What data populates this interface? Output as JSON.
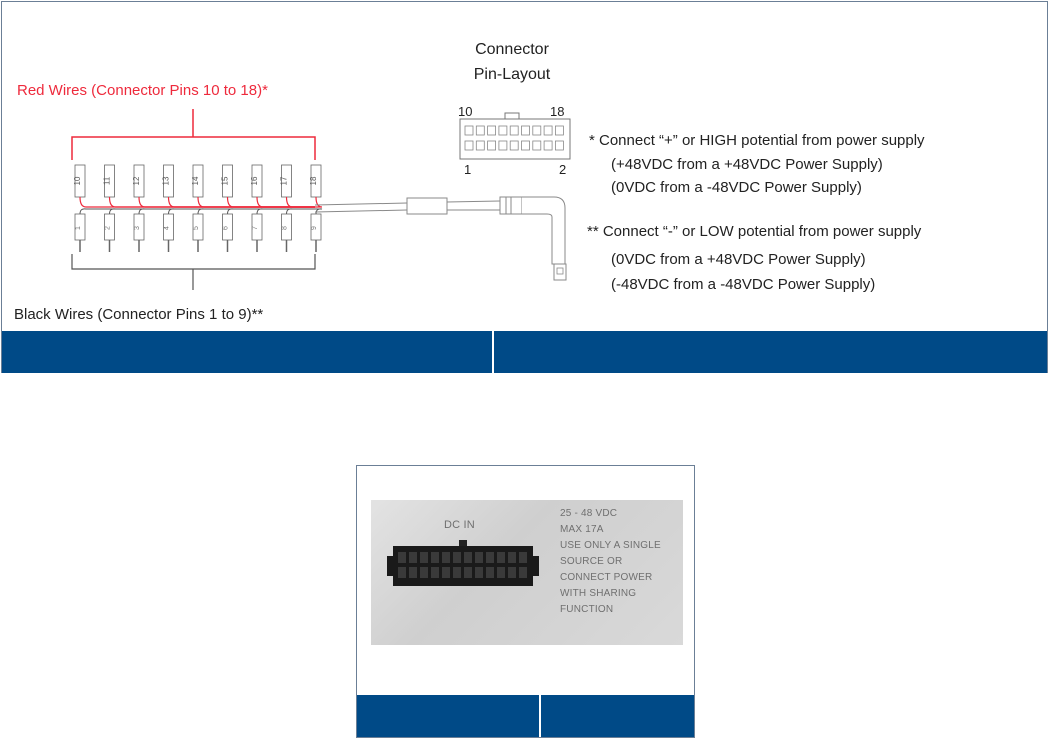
{
  "diagram": {
    "red_wires_label": "Red Wires (Connector Pins 10 to 18)*",
    "black_wires_label": "Black Wires (Connector Pins 1 to 9)**",
    "connector_title_line1": "Connector",
    "connector_title_line2": "Pin-Layout",
    "pin_label_10": "10",
    "pin_label_18": "18",
    "pin_label_1": "1",
    "pin_label_2": "2",
    "red_wire_pins": [
      "10",
      "11",
      "12",
      "13",
      "14",
      "15",
      "16",
      "17",
      "18"
    ],
    "black_wire_pins": [
      "1",
      "2",
      "3",
      "4",
      "5",
      "6",
      "7",
      "8",
      "9"
    ],
    "note_high": "*  Connect “+” or HIGH potential from power supply",
    "note_high_a": "(+48VDC from a +48VDC Power Supply)",
    "note_high_b": "(0VDC from a -48VDC Power Supply)",
    "note_low": "** Connect “-” or LOW potential from power supply",
    "note_low_a": "(0VDC from a +48VDC Power Supply)",
    "note_low_b": "(-48VDC from a -48VDC Power Supply)",
    "colors": {
      "red": "#ee2a3c",
      "bar": "#004a87"
    }
  },
  "photo": {
    "dc_in": "DC IN",
    "voltage": "25 - 48 VDC",
    "max": "MAX 17A",
    "instr1": "USE ONLY A SINGLE",
    "instr2": "SOURCE OR",
    "instr3": "CONNECT POWER",
    "instr4": "WITH SHARING",
    "instr5": "FUNCTION"
  }
}
